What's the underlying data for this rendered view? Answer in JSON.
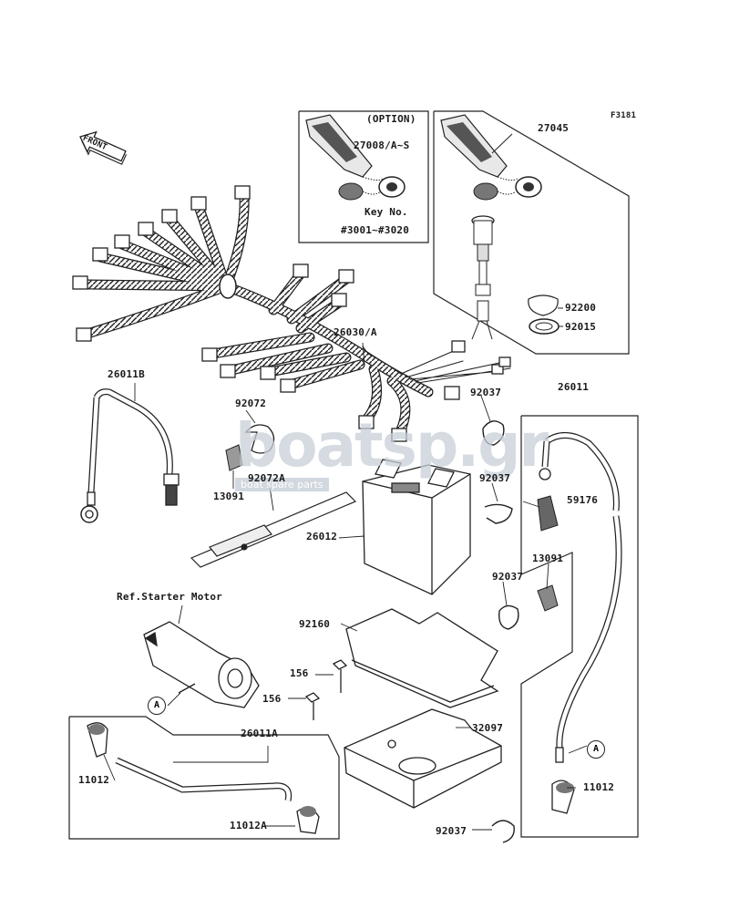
{
  "figure_code": "F3181",
  "front_label": "FRONT",
  "watermark": {
    "brand": "boatsp.gr",
    "tagline": "boat spare parts"
  },
  "option_box": {
    "header": "(OPTION)",
    "part": "27008/A~S",
    "key_label": "Key No.",
    "key_range": "#3001~#3020"
  },
  "ref_label": "Ref.Starter Motor",
  "callout_marker": "A",
  "part_labels": {
    "p27045": "27045",
    "p92200": "92200",
    "p92015": "92015",
    "p26030a": "26030/A",
    "p26011b": "26011B",
    "p92072": "92072",
    "p13091_left": "13091",
    "p92072a": "92072A",
    "p26012": "26012",
    "p92037_a": "92037",
    "p92037_b": "92037",
    "p26011": "26011",
    "p59176": "59176",
    "p92037_c": "92037",
    "p13091_right": "13091",
    "p92160": "92160",
    "p156_a": "156",
    "p156_b": "156",
    "p32097": "32097",
    "p26011a": "26011A",
    "p11012_left": "11012",
    "p11012a": "11012A",
    "p92037_d": "92037",
    "p11012_right": "11012"
  }
}
